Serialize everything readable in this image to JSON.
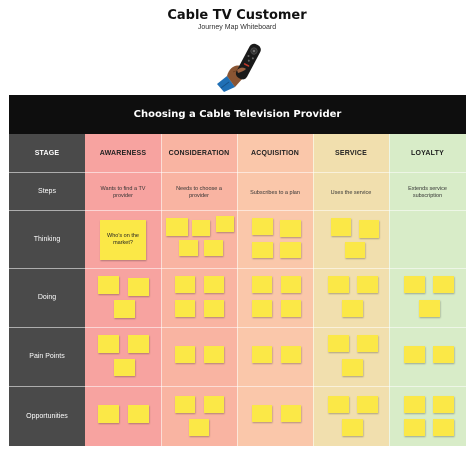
{
  "header": {
    "title": "Cable TV Customer",
    "subtitle": "Journey Map Whiteboard"
  },
  "board": {
    "title": "Choosing a Cable Television Provider",
    "rows": {
      "stage": "STAGE",
      "steps": "Steps",
      "thinking": "Thinking",
      "doing": "Doing",
      "pain_points": "Pain Points",
      "opportunities": "Opportunities"
    },
    "columns": [
      {
        "label": "AWARENESS",
        "color": "#f7a3a0",
        "step": "Wants to find a TV provider"
      },
      {
        "label": "CONSIDERATION",
        "color": "#f9b4a2",
        "step": "Needs to choose a provider"
      },
      {
        "label": "ACQUISITION",
        "color": "#fac7aa",
        "step": "Subscribes to a plan"
      },
      {
        "label": "SERVICE",
        "color": "#f1dfae",
        "step": "Uses the service"
      },
      {
        "label": "LOYALTY",
        "color": "#d8ecc8",
        "step": "Extends service subscription"
      }
    ],
    "featured_note": "Who's on the market?"
  },
  "colors": {
    "stage_column": "#4a4a4a",
    "title_bar": "#0e0e0e",
    "sticky_note": "#fbe847"
  }
}
